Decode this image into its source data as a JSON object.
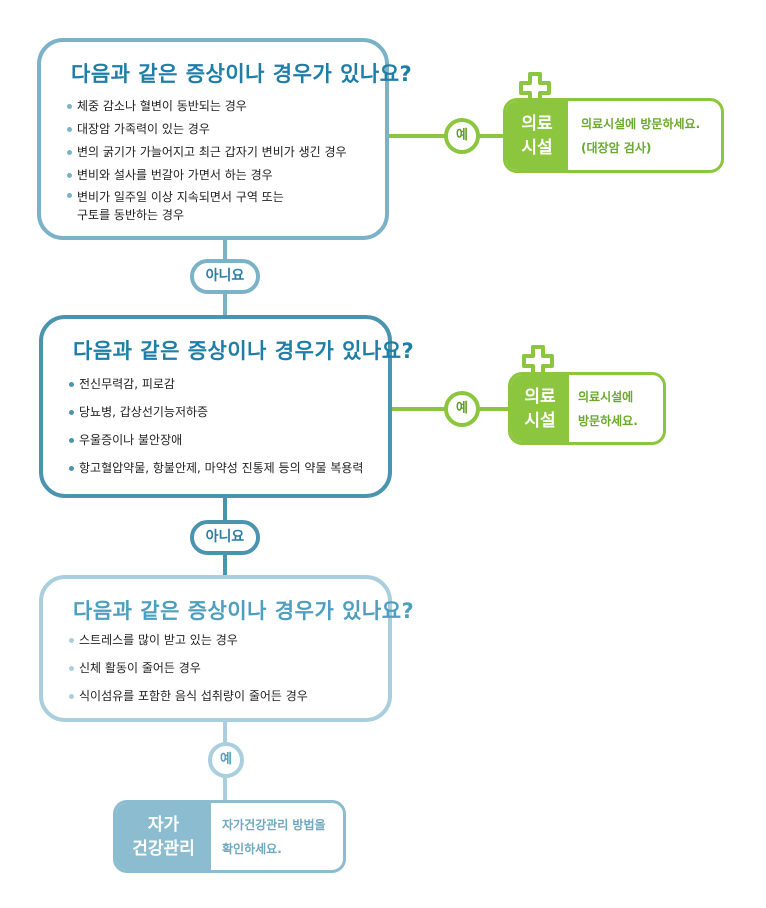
{
  "colors": {
    "blue_dark": "#4a94b0",
    "blue_mid": "#7cb2c8",
    "blue_light": "#a9cfde",
    "title_blue": "#1f7ea8",
    "green": "#8cc63f",
    "self_care": "#8bbccf"
  },
  "question1": {
    "title": "다음과 같은 증상이나 경우가 있나요?",
    "items": [
      "체중 감소나 혈변이 동반되는 경우",
      "대장암 가족력이 있는 경우",
      "변의 굵기가 가늘어지고 최근 갑자기 변비가 생긴 경우",
      "변비와 설사를 번갈아 가면서 하는 경우",
      "변비가 일주일 이상 지속되면서 구역 또는",
      "구토를 동반하는 경우"
    ]
  },
  "answer_no_1": "아니요",
  "yes_1": "예",
  "result1": {
    "label_line1": "의료",
    "label_line2": "시설",
    "msg_line1": "의료시설에 방문하세요.",
    "msg_line2": "(대장암 검사)",
    "icon": "medical-cross-icon"
  },
  "question2": {
    "title": "다음과 같은 증상이나 경우가 있나요?",
    "items": [
      "전신무력감, 피로감",
      "당뇨병, 갑상선기능저하증",
      "우울증이나 불안장애",
      "항고혈압약물, 항불안제, 마약성 진통제 등의 약물 복용력"
    ]
  },
  "answer_no_2": "아니요",
  "yes_2": "예",
  "result2": {
    "label_line1": "의료",
    "label_line2": "시설",
    "msg_line1": "의료시설에",
    "msg_line2": "방문하세요.",
    "icon": "medical-cross-icon"
  },
  "question3": {
    "title": "다음과 같은 증상이나 경우가 있나요?",
    "items": [
      "스트레스를 많이 받고 있는 경우",
      "신체 활동이 줄어든 경우",
      "식이섬유를 포함한 음식 섭취량이 줄어든 경우"
    ]
  },
  "yes_3": "예",
  "result3": {
    "label_line1": "자가",
    "label_line2": "건강관리",
    "msg_line1": "자가건강관리 방법을",
    "msg_line2": "확인하세요."
  }
}
